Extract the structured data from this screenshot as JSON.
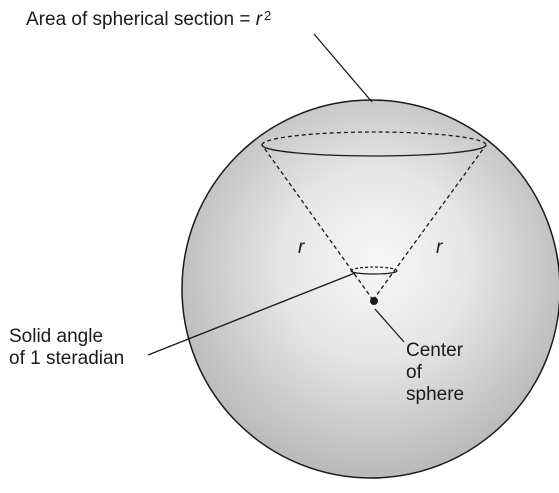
{
  "labels": {
    "area": {
      "text": "Area of spherical section = ",
      "variable": "r",
      "exponent": "2"
    },
    "radius_left": "r",
    "radius_right": "r",
    "solid_angle": {
      "line1": "Solid angle",
      "line2": "of 1 steradian"
    },
    "center": {
      "line1": "Center",
      "line2": "of",
      "line3": "sphere"
    }
  },
  "colors": {
    "sphere_highlight": "#f7f7f7",
    "sphere_shadow": "#b9b9b9",
    "stroke": "#1a1a1a"
  }
}
